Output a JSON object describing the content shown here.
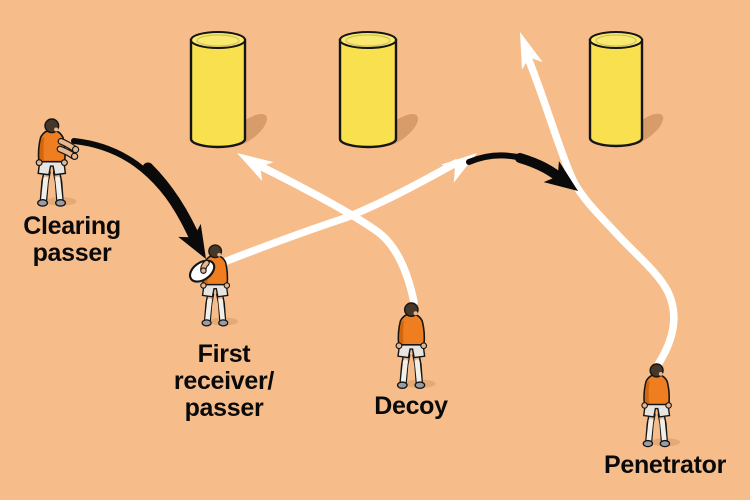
{
  "diagram": {
    "type": "rugby-training-drill",
    "description_visible_text_only": true
  },
  "colors": {
    "background": "#F6BD8B",
    "cylinder": "#F8E04E",
    "cylinder_top": "#FAE96F",
    "shadow": "#D79C69",
    "outline": "#151515",
    "jersey": "#EF7E20",
    "jersey_shade": "#D1660E",
    "shorts": "#E6E5E1",
    "skin": "#E7B58E",
    "hair": "#453828",
    "sock": "#F2EFE8",
    "shoe": "#9B9BA3",
    "run_line": "#FFFFFF",
    "pass_arrow": "#0A0A0A",
    "label": "#0A0A0A"
  },
  "players": [
    {
      "id": "clearing-passer",
      "label": "Clearing\npasser"
    },
    {
      "id": "first-receiver",
      "label": "First\nreceiver/\npasser"
    },
    {
      "id": "decoy",
      "label": "Decoy"
    },
    {
      "id": "penetrator",
      "label": "Penetrator"
    }
  ]
}
